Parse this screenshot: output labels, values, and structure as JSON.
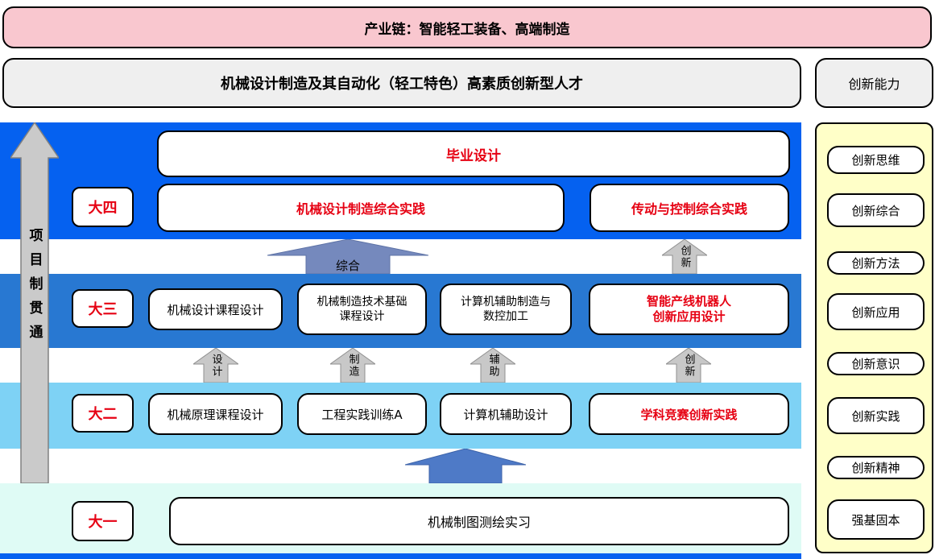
{
  "banners": {
    "industry": "产业链：智能轻工装备、高端制造",
    "talent": "机械设计制造及其自动化（轻工特色）高素质创新型人才",
    "ability": "创新能力"
  },
  "left_arrow": {
    "label": "项目制贯通"
  },
  "year4": {
    "label": "大四",
    "graduation": "毕业设计",
    "practice1": "机械设计制造综合实践",
    "practice2": "传动与控制综合实践"
  },
  "year3": {
    "label": "大三",
    "c1": "机械设计课程设计",
    "c2": "机械制造技术基础\n课程设计",
    "c3": "计算机辅助制造与\n数控加工",
    "c4": "智能产线机器人\n创新应用设计"
  },
  "year2": {
    "label": "大二",
    "c1": "机械原理课程设计",
    "c2": "工程实践训练A",
    "c3": "计算机辅助设计",
    "c4": "学科竞赛创新实践"
  },
  "year1": {
    "label": "大一",
    "c1": "机械制图测绘实习"
  },
  "arrows": {
    "comprehensive": "综合",
    "innovation_top": "创新",
    "design": "设计",
    "manufacture": "制造",
    "assist": "辅助",
    "innovation": "创新"
  },
  "ability_panel": [
    "创新思维",
    "创新综合",
    "创新方法",
    "创新应用",
    "创新意识",
    "创新实践",
    "创新精神",
    "强基固本"
  ],
  "colors": {
    "pink": "#F9C7CF",
    "gray_banner": "#EFEFEF",
    "band4": "#0561F0",
    "band3": "#2878D2",
    "band2": "#7ED2F5",
    "band1": "#DFFBF5",
    "yellow": "#FFFFC8",
    "red": "#E60012",
    "gray_arrow": "#C8C8C8",
    "blue_arrow_comprehensive": "#7589BD",
    "blue_arrow_main": "#4E7AC7"
  }
}
